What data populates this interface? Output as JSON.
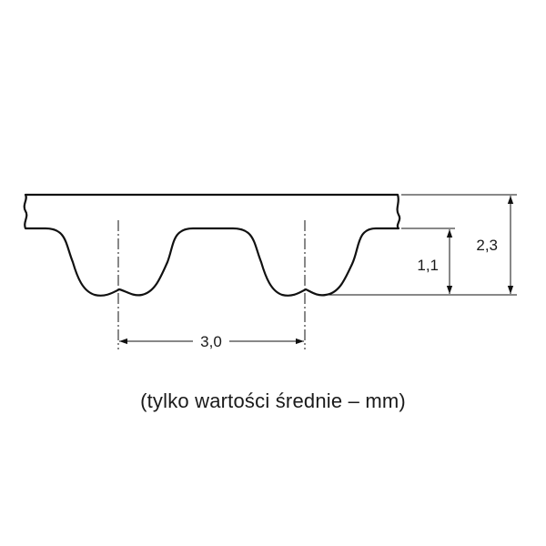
{
  "diagram": {
    "pitch_label": "3,0",
    "tooth_height_label": "1,1",
    "total_height_label": "2,3",
    "stroke_color": "#111111"
  },
  "caption": "(tylko wartości średnie – mm)"
}
